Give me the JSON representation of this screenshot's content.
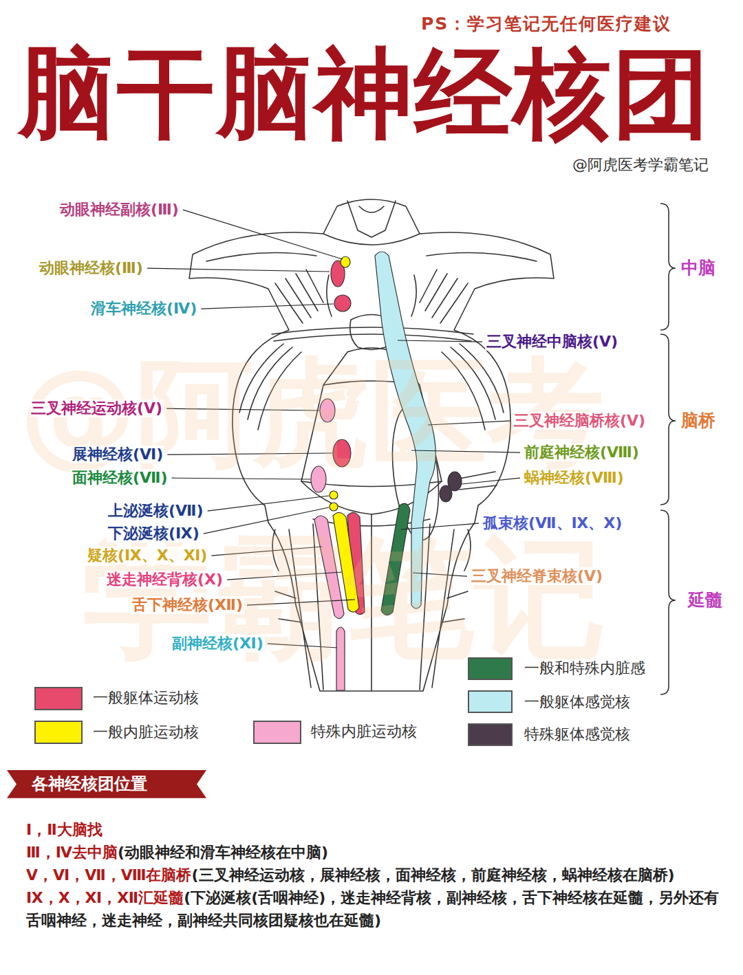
{
  "diagram": {
    "title": "脑干脑神经核团",
    "nodes": [
      {
        "text": [
          "各神经核团位置"
        ]
      }
    ],
    "labels": [
      "PS：学习笔记无任何医疗建议",
      "@阿虎医考学霸笔记",
      "@阿虎医考",
      "学霸笔记",
      "动眼神经副核(Ⅲ)",
      "动眼神经核(Ⅲ)",
      "滑车神经核(Ⅳ)",
      "三叉神经中脑核(Ⅴ)",
      "三叉神经运动核(Ⅴ)",
      "三叉神经脑桥核(Ⅴ)",
      "展神经核(Ⅵ)",
      "前庭神经核(Ⅷ)",
      "面神经核(Ⅶ)",
      "蜗神经核(Ⅷ)",
      "上泌涎核(Ⅶ)",
      "孤束核(Ⅶ、Ⅸ、Ⅹ)",
      "下泌涎核(Ⅸ)",
      "疑核(Ⅸ、Ⅹ、Ⅺ)",
      "三叉神经脊束核(Ⅴ)",
      "迷走神经背核(Ⅹ)",
      "舌下神经核(Ⅻ)",
      "副神经核(Ⅺ)",
      "中脑",
      "脑桥",
      "延髓",
      "Ⅰ，Ⅱ大脑找",
      "Ⅲ，Ⅳ去中脑",
      "(动眼神经和滑车神经核在中脑)",
      "Ⅴ，Ⅵ，Ⅶ，Ⅷ在脑桥",
      "(三叉神经运动核，展神经核，面神经核，前庭神经核，蜗神经核在脑桥)",
      "Ⅸ，Ⅹ，Ⅺ，Ⅻ汇延髓",
      "(下泌涎核(舌咽神经)，迷走神经背核，副神经核，舌下神经核在延髓，另外还有舌咽神经，迷走神经，副神经共同核团疑核也在延髓)"
    ],
    "legend": [
      {
        "text": "一般躯体运动核",
        "color": "#e84a6e"
      },
      {
        "text": "一般内脏运动核",
        "color": "#fff200"
      },
      {
        "text": "特殊内脏运动核",
        "color": "#f6a8cf"
      },
      {
        "text": "一般和特殊内脏感",
        "color": "#2f7a4a"
      },
      {
        "text": "一般躯体感觉核",
        "color": "#bdebf2"
      },
      {
        "text": "特殊躯体感觉核",
        "color": "#4b3b4b"
      }
    ]
  }
}
